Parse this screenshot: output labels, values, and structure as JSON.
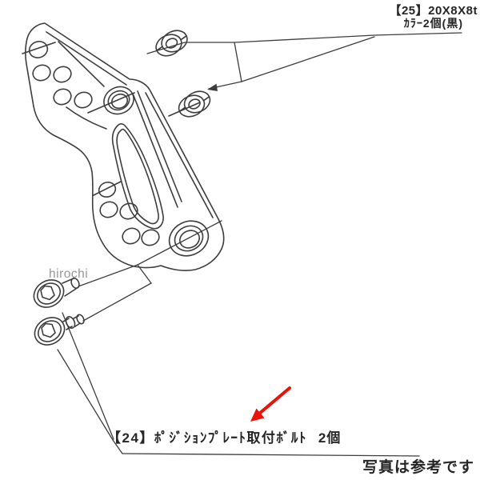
{
  "canvas": {
    "background": "#ffffff"
  },
  "colors": {
    "line": "#3d3d3d",
    "text": "#262626",
    "arrow_red": "#e81408",
    "watermark_gray": "#8c8c8c"
  },
  "callout_25": {
    "spec": "【25】20X8X8t",
    "name_qty": "ｶﾗｰ2個(黒)"
  },
  "callout_24": {
    "name": "【24】ﾎﾟｼﾞｼｮﾝﾌﾟﾚｰﾄ取付ﾎﾞﾙﾄ",
    "qty": "2個"
  },
  "footer_note": "写真は参考です",
  "watermark_text": "hirochi"
}
